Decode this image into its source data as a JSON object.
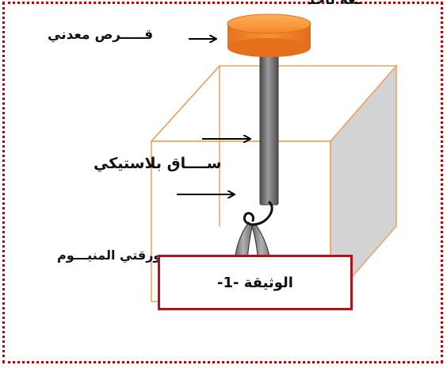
{
  "labels": {
    "metal_disk": "قـــــرص معدني",
    "plastic_rod": "ســــاق بلاستيكي",
    "aluminium_leaves": "ورقتي المنيـــوم",
    "top_fragment": "ـعة تأخذ"
  },
  "caption": {
    "text": "الوثيقة -1-"
  },
  "colors": {
    "frame_border": "#c00000",
    "caption_border": "#b3121d",
    "disk_fill": "#f58a2c",
    "box_edge": "#f0a060",
    "box_side": "#d3d3d3",
    "rod": "#6e6e6e",
    "leaves": "#8a8a8a",
    "arrow": "#000000"
  }
}
